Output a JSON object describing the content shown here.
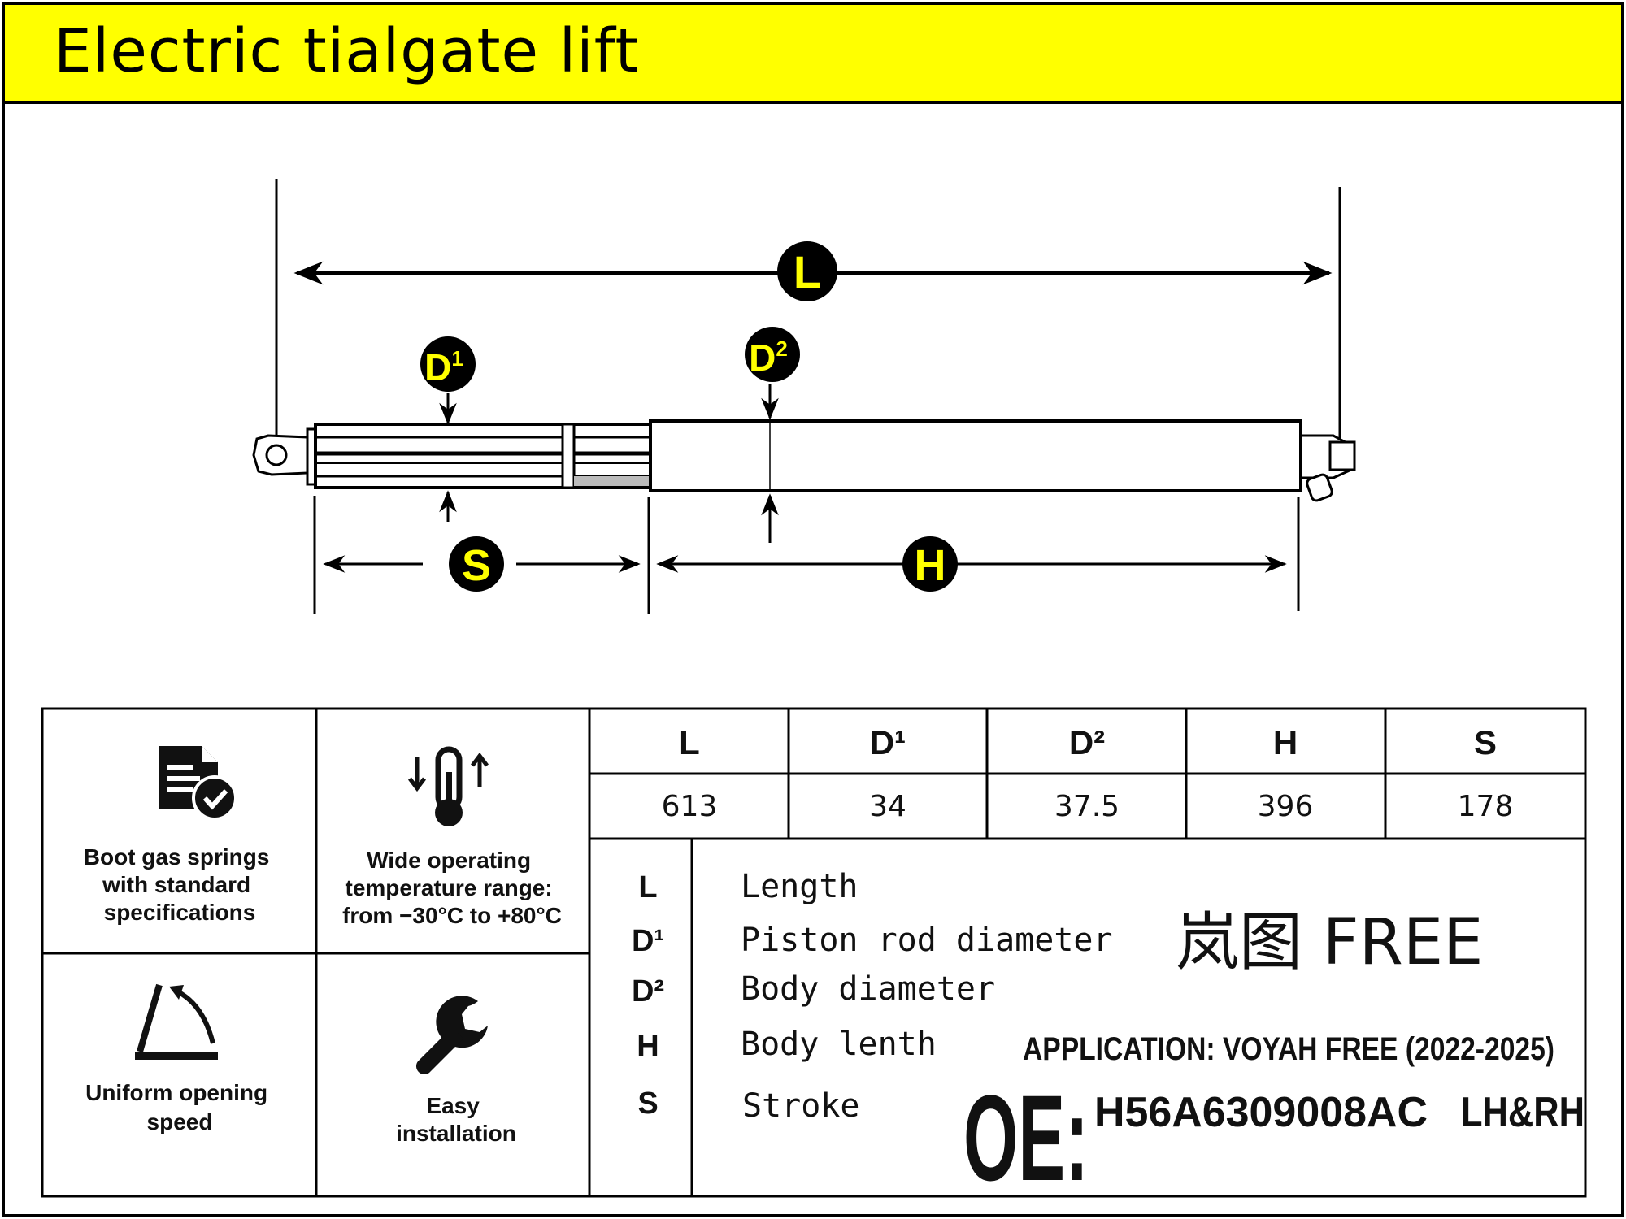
{
  "title": "Electric tialgate lift",
  "diagram_labels": {
    "L": "L",
    "D1": "D",
    "D1_sup": "1",
    "D2": "D",
    "D2_sup": "2",
    "S": "S",
    "H": "H"
  },
  "features": [
    {
      "icon": "document-check-icon",
      "lines": [
        "Boot gas springs",
        "with standard",
        "specifications"
      ]
    },
    {
      "icon": "thermometer-icon",
      "lines": [
        "Wide operating",
        "temperature range:",
        "from −30°C to +80°C"
      ]
    },
    {
      "icon": "opening-angle-icon",
      "lines": [
        "Uniform opening",
        "speed"
      ]
    },
    {
      "icon": "wrench-icon",
      "lines": [
        "Easy",
        "installation"
      ]
    }
  ],
  "spec_table": {
    "headers": [
      "L",
      "D¹",
      "D²",
      "H",
      "S"
    ],
    "values": [
      "613",
      "34",
      "37.5",
      "396",
      "178"
    ]
  },
  "legend": [
    {
      "abbr": "L",
      "desc": "Length"
    },
    {
      "abbr": "D¹",
      "desc": "Piston rod diameter"
    },
    {
      "abbr": "D²",
      "desc": "Body diameter"
    },
    {
      "abbr": "H",
      "desc": "Body lenth"
    },
    {
      "abbr": "S",
      "desc": "Stroke"
    }
  ],
  "model_name": "岚图 FREE",
  "application": "APPLICATION: VOYAH FREE (2022-2025)",
  "oe_label": "OE:",
  "oe_code": "H56A6309008AC",
  "oe_side": "LH&RH",
  "colors": {
    "accent_yellow": "#ffff00",
    "ink": "#000000"
  }
}
